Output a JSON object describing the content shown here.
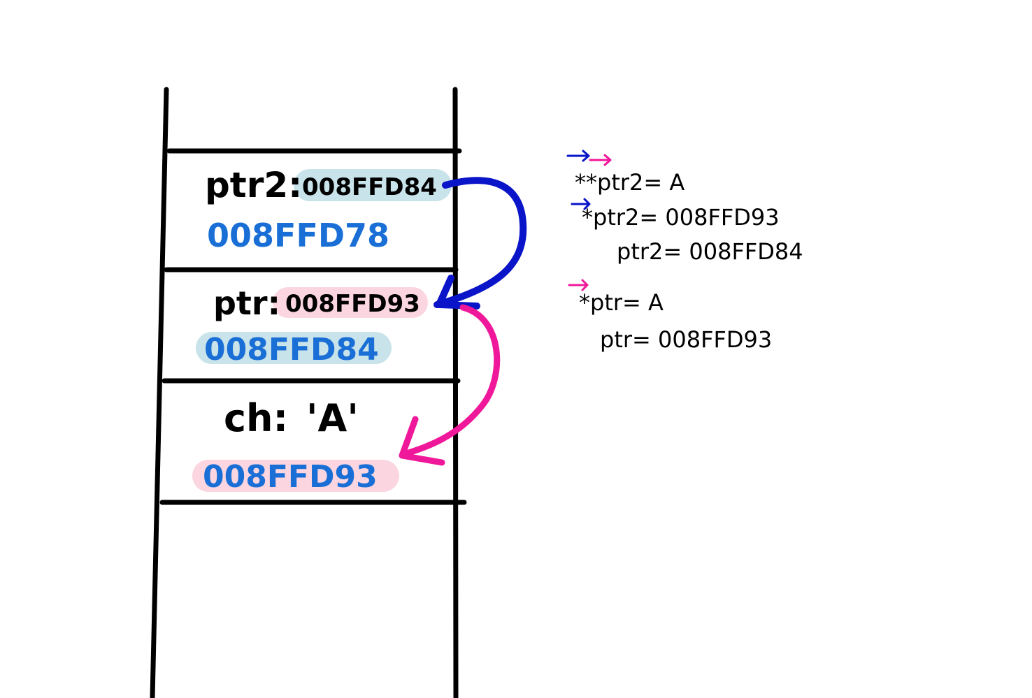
{
  "colors": {
    "ink": "#000000",
    "address_blue": "#1a6fd6",
    "pointer_blue": "#0a14c8",
    "pointer_pink": "#f0189a",
    "highlight_blue": "#c9e3ea",
    "highlight_pink": "#fbd6e0"
  },
  "stack": {
    "cells": [
      {
        "name": "ptr2",
        "label": "ptr2:",
        "value": "008FFD84",
        "address": "008FFD78",
        "value_highlight": "blue",
        "address_highlight": "none"
      },
      {
        "name": "ptr",
        "label": "ptr:",
        "value": "008FFD93",
        "address": "008FFD84",
        "value_highlight": "pink",
        "address_highlight": "blue"
      },
      {
        "name": "ch",
        "label": "ch:",
        "value": "'A'",
        "address": "008FFD93",
        "value_highlight": "none",
        "address_highlight": "pink"
      }
    ]
  },
  "notes": {
    "ptr2_deref2": "**ptr2= A",
    "ptr2_deref1": "*ptr2= 008FFD93",
    "ptr2_value": "ptr2= 008FFD84",
    "ptr_deref": "*ptr= A",
    "ptr_value": "ptr= 008FFD93"
  }
}
